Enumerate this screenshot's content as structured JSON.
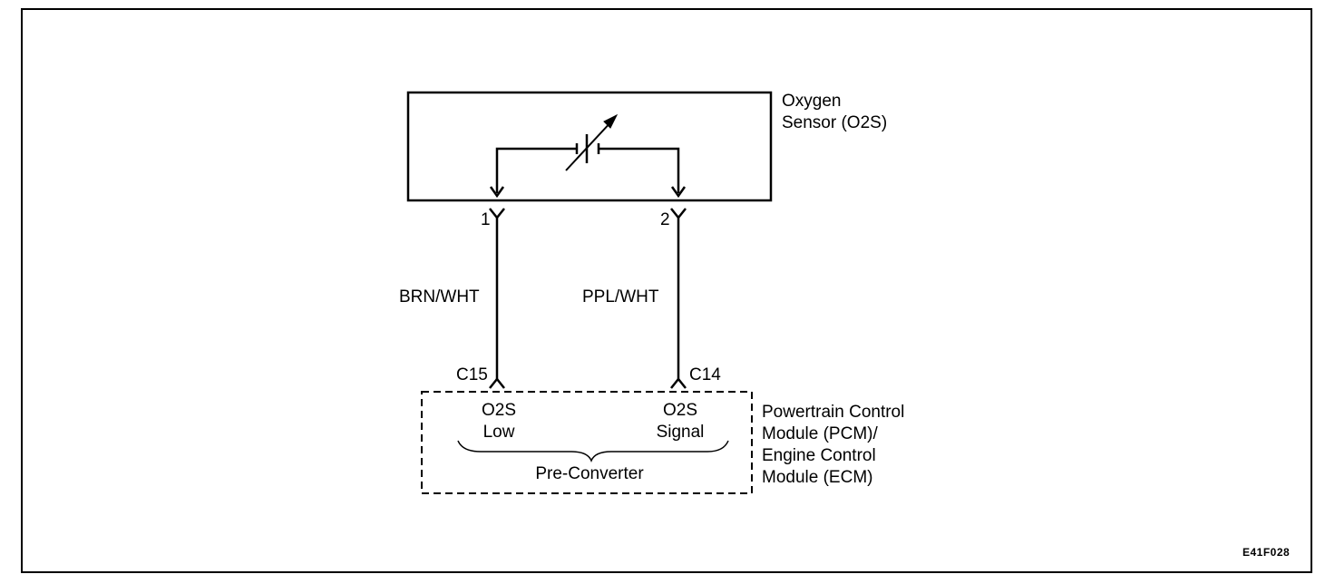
{
  "sensor": {
    "line1": "Oxygen",
    "line2": "Sensor (O2S)",
    "pin_left": "1",
    "pin_right": "2"
  },
  "wires": {
    "left": "BRN/WHT",
    "right": "PPL/WHT"
  },
  "module": {
    "pin_left": "C15",
    "pin_right": "C14",
    "left_label_1": "O2S",
    "left_label_2": "Low",
    "right_label_1": "O2S",
    "right_label_2": "Signal",
    "group_label": "Pre-Converter",
    "name_line1": "Powertrain Control",
    "name_line2": "Module (PCM)/",
    "name_line3": "Engine  Control",
    "name_line4": "Module (ECM)"
  },
  "figure_code": "E41F028"
}
